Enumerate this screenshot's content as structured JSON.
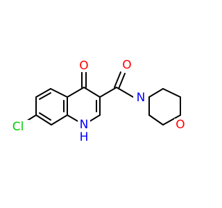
{
  "molecule": {
    "atoms": {
      "carbonyl_oxygen_ring": {
        "label": "O",
        "color": "#ff0000"
      },
      "carbonyl_oxygen_amide": {
        "label": "O",
        "color": "#ff0000"
      },
      "morpholine_nitrogen": {
        "label": "N",
        "color": "#0000ff"
      },
      "morpholine_oxygen": {
        "label": "O",
        "color": "#ff0000"
      },
      "ring_nh": {
        "label": "H\nN",
        "label_top": "N",
        "label_bottom": "H",
        "color": "#0000ff"
      },
      "chlorine": {
        "label": "Cl",
        "color": "#00cc00"
      }
    },
    "bond_color": "#000000"
  }
}
